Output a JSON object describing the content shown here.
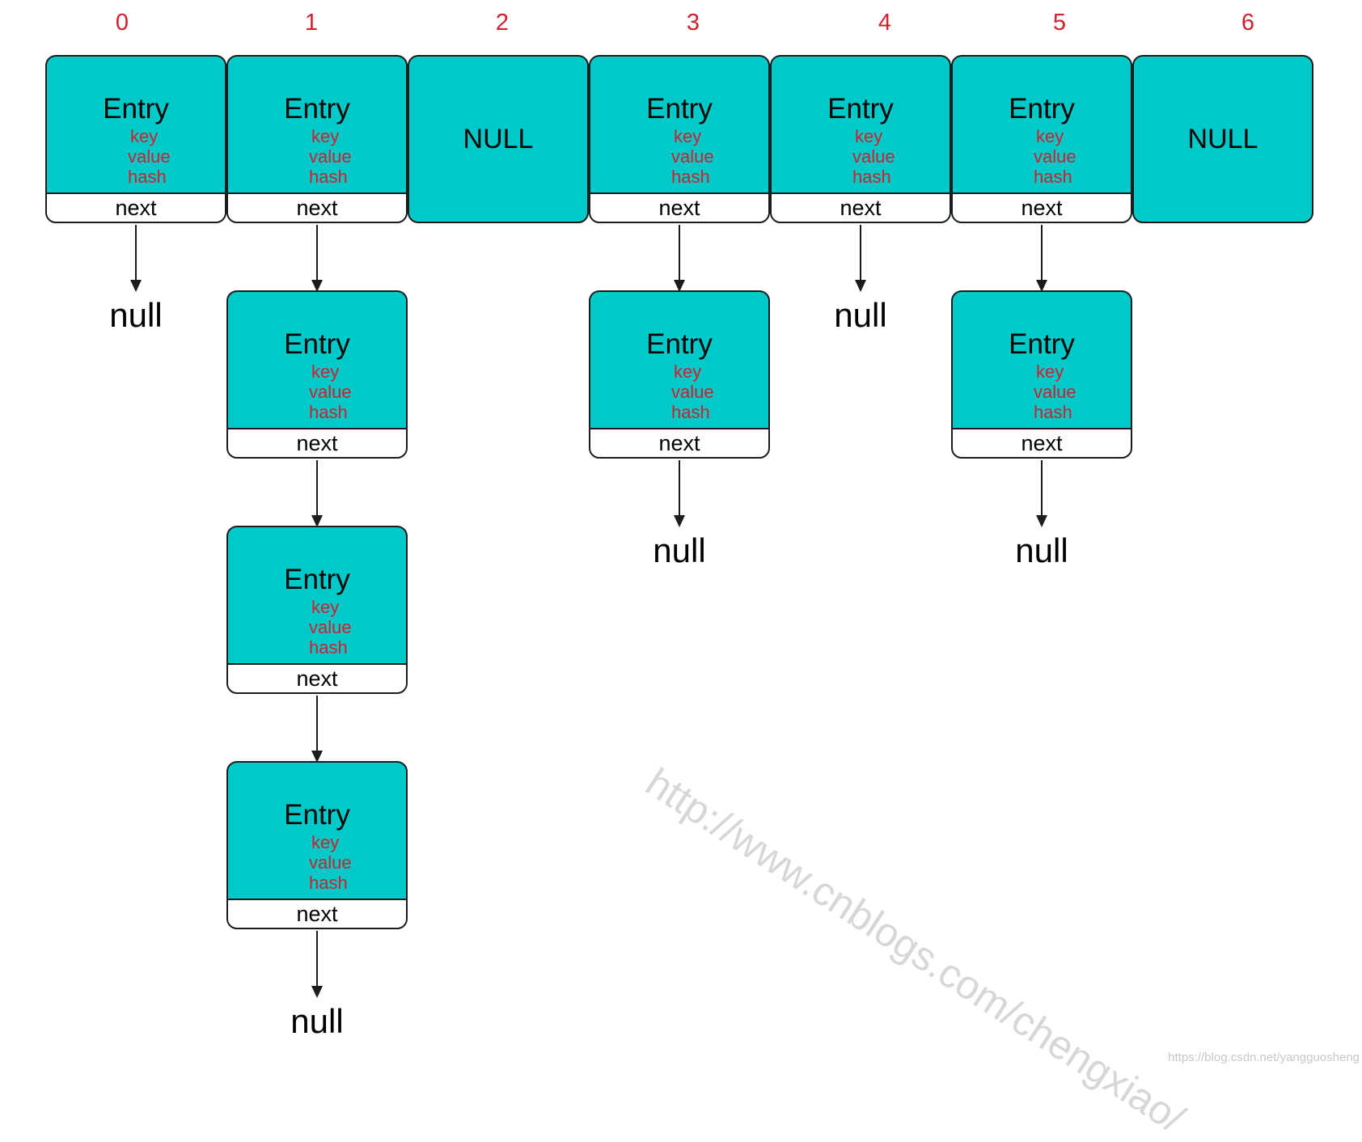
{
  "slots": [
    {
      "index": "0",
      "kind": "entry",
      "chain_length": 1
    },
    {
      "index": "1",
      "kind": "entry",
      "chain_length": 4
    },
    {
      "index": "2",
      "kind": "null"
    },
    {
      "index": "3",
      "kind": "entry",
      "chain_length": 2
    },
    {
      "index": "4",
      "kind": "entry",
      "chain_length": 1
    },
    {
      "index": "5",
      "kind": "entry",
      "chain_length": 2
    },
    {
      "index": "6",
      "kind": "null"
    }
  ],
  "entry": {
    "title": "Entry",
    "key": "key",
    "value": "value",
    "hash": "hash",
    "next": "next"
  },
  "null_slot_label": "NULL",
  "terminator_label": "null",
  "watermark": "http://www.cnblogs.com/chengxiao/",
  "credit": "https://blog.csdn.net/yangguosheng",
  "colors": {
    "node_fill": "#00c9c9",
    "field_text": "#d0202c",
    "index_text": "#d0202c",
    "border": "#1c1c1c"
  }
}
